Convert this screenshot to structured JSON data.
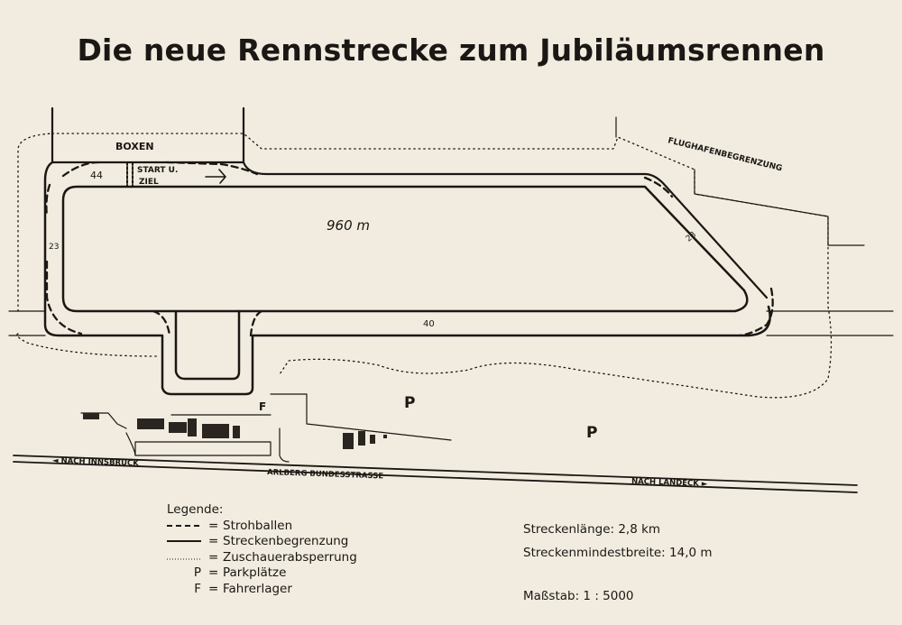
{
  "title": "Die neue Rennstrecke zum Jubiläumsrennen",
  "map_labels": {
    "boxen": "BOXEN",
    "start_ziel_1": "START U.",
    "start_ziel_2": "ZIEL",
    "width_44": "44",
    "width_23_left": "23",
    "width_23_right": "23",
    "width_40": "40",
    "straight_length": "960 m",
    "flughafen": "FLUGHAFENBEGRENZUNG",
    "parking_1": "P",
    "parking_2": "P",
    "fahrerlager": "F",
    "nach_innsbruck": "◄ NACH INNSBRUCK",
    "bundesstrasse": "ARLBERG BUNDESSTRASSE",
    "nach_landeck": "NACH LANDECK ►"
  },
  "legend": {
    "heading": "Legende:",
    "items": [
      {
        "symbol": "----",
        "eq": "=",
        "label": "Strohballen"
      },
      {
        "symbol": "line",
        "eq": "=",
        "label": "Streckenbegrenzung"
      },
      {
        "symbol": "dotted",
        "eq": "=",
        "label": "Zuschauerabsperrung"
      },
      {
        "symbol": "P",
        "eq": "=",
        "label": "Parkplätze"
      },
      {
        "symbol": "F",
        "eq": "=",
        "label": "Fahrerlager"
      }
    ]
  },
  "info": {
    "length": "Streckenlänge: 2,8 km",
    "min_width": "Streckenmindestbreite: 14,0 m",
    "scale": "Maßstab: 1 : 5000"
  },
  "colors": {
    "paper": "#f1ecdf",
    "ink": "#1a1714"
  }
}
